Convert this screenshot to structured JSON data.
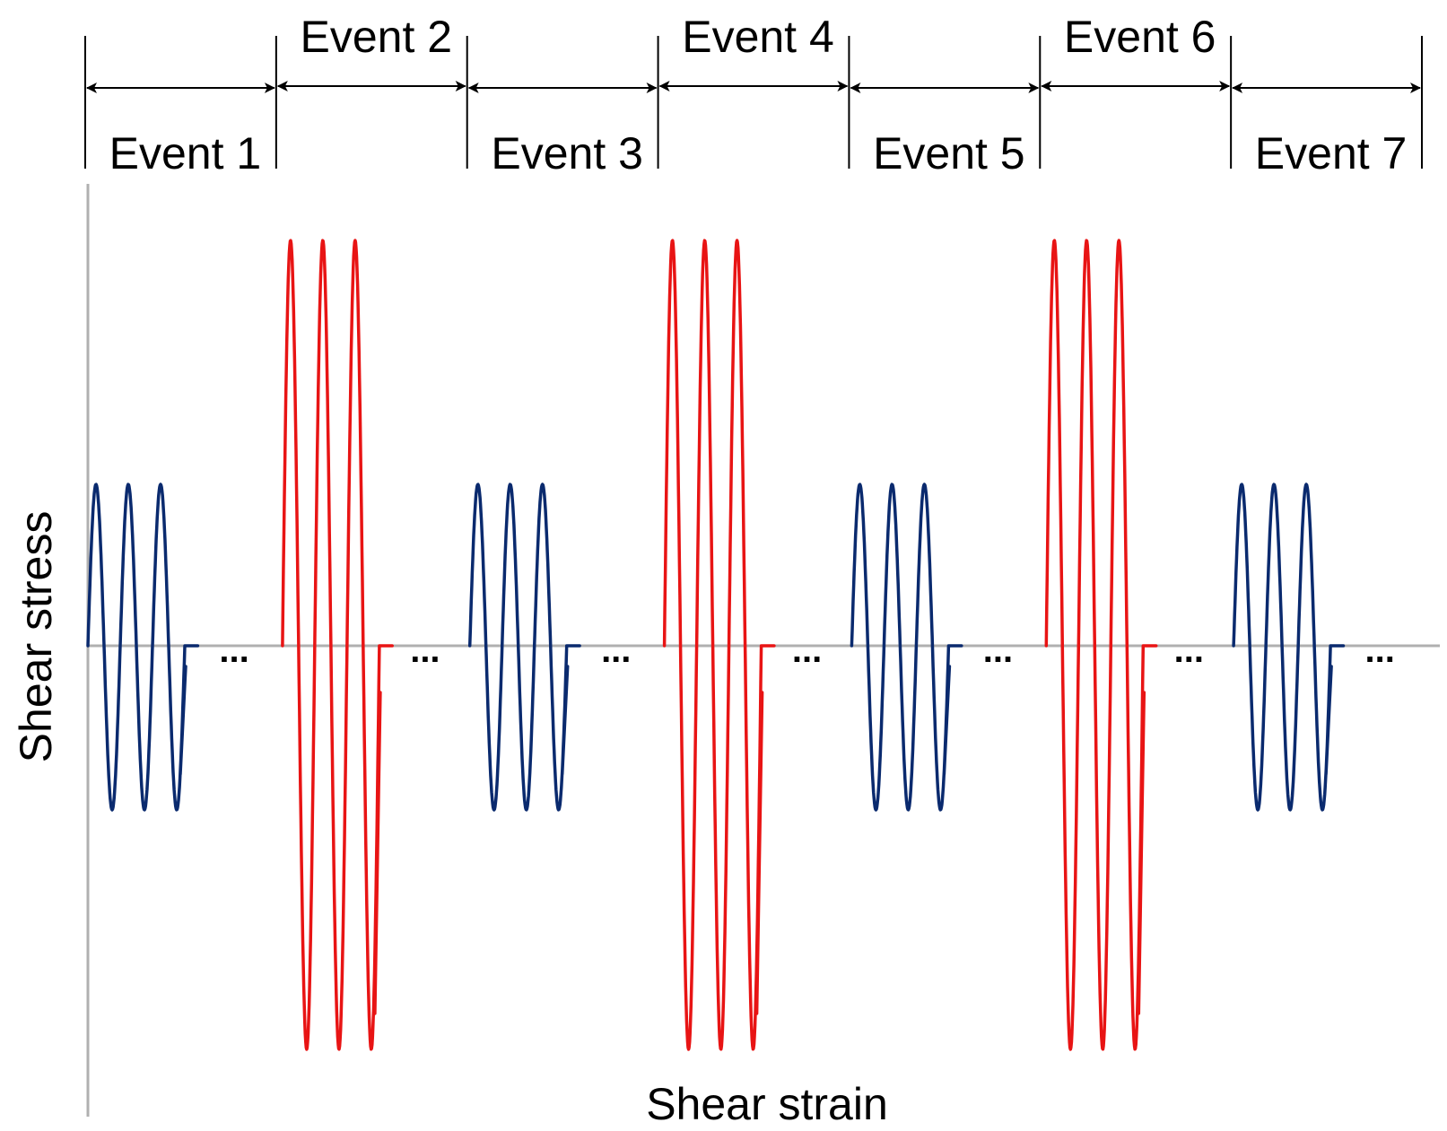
{
  "axes": {
    "xlabel": "Shear strain",
    "ylabel": "Shear stress",
    "axis_color": "#b0b0b0"
  },
  "ellipsis": "...",
  "colors": {
    "low_amplitude": "#0a2a6e",
    "high_amplitude": "#e81414",
    "annotation": "#000000"
  },
  "events": [
    {
      "label": "Event 1",
      "amplitude": "low",
      "color": "#0a2a6e",
      "label_position": "below"
    },
    {
      "label": "Event 2",
      "amplitude": "high",
      "color": "#e81414",
      "label_position": "above"
    },
    {
      "label": "Event 3",
      "amplitude": "low",
      "color": "#0a2a6e",
      "label_position": "below"
    },
    {
      "label": "Event 4",
      "amplitude": "high",
      "color": "#e81414",
      "label_position": "above"
    },
    {
      "label": "Event 5",
      "amplitude": "low",
      "color": "#0a2a6e",
      "label_position": "below"
    },
    {
      "label": "Event 6",
      "amplitude": "high",
      "color": "#e81414",
      "label_position": "above"
    },
    {
      "label": "Event 7",
      "amplitude": "low",
      "color": "#0a2a6e",
      "label_position": "below"
    }
  ]
}
